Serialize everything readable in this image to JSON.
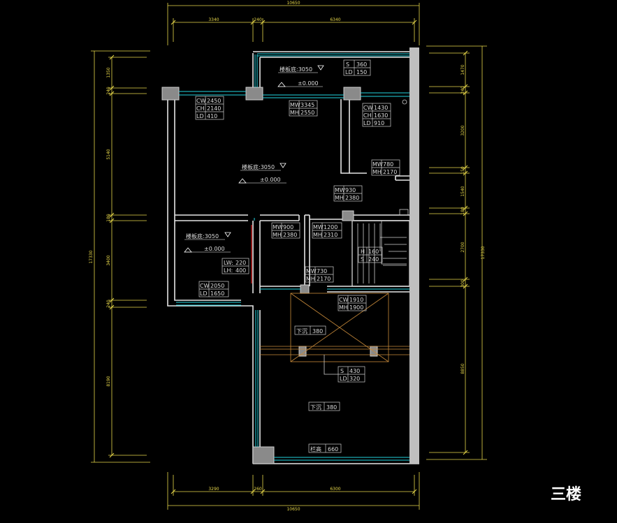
{
  "floor_title": "三楼",
  "dims_top": {
    "total": "10650",
    "a": "3340",
    "b": "240",
    "c": "6340"
  },
  "dims_bottom": {
    "total": "10650",
    "a": "3290",
    "b": "260",
    "c": "6300"
  },
  "dims_left": {
    "total": "17330",
    "s1": "1350",
    "s2": "240",
    "s3": "5140",
    "s4": "180",
    "s5": "3400",
    "s6": "240",
    "s7": "8190"
  },
  "dims_right": {
    "total": "17330",
    "s1": "1470",
    "s2": "240",
    "s3": "3200",
    "s4": "150",
    "s5": "1540",
    "s6": "180",
    "s7": "2700",
    "s8": "300",
    "s9": "8850"
  },
  "rooms": [
    {
      "slab": "楼板底:3050",
      "level": "±0.000"
    },
    {
      "slab": "楼板底:3050",
      "level": "±0.000"
    },
    {
      "slab": "楼板底:3050",
      "level": "±0.000"
    }
  ],
  "tags": {
    "balcony_s": [
      "S",
      "360"
    ],
    "balcony_ld": [
      "LD",
      "150"
    ],
    "w1": [
      [
        "CW",
        "2450"
      ],
      [
        "CH",
        "2140"
      ],
      [
        "LD",
        "410"
      ]
    ],
    "w2": [
      [
        "MW",
        "3345"
      ],
      [
        "MH",
        "2550"
      ]
    ],
    "w3": [
      [
        "CW",
        "1430"
      ],
      [
        "CH",
        "1630"
      ],
      [
        "LD",
        "910"
      ]
    ],
    "d1": [
      [
        "MW",
        "780"
      ],
      [
        "MH",
        "2170"
      ]
    ],
    "d2": [
      [
        "MW",
        "930"
      ],
      [
        "MH",
        "2380"
      ]
    ],
    "d3": [
      [
        "MW",
        "900"
      ],
      [
        "MH",
        "2380"
      ]
    ],
    "d4": [
      [
        "MW",
        "1200"
      ],
      [
        "MH",
        "2310"
      ]
    ],
    "lw": [
      [
        "LW:",
        "220"
      ],
      [
        "LH:",
        "400"
      ]
    ],
    "w4": [
      [
        "CW",
        "2050"
      ],
      [
        "LD",
        "1650"
      ]
    ],
    "d5": [
      [
        "MW",
        "730"
      ],
      [
        "MH",
        "2170"
      ]
    ],
    "stair": [
      [
        "H",
        "160"
      ],
      [
        "S",
        "240"
      ]
    ],
    "w5": [
      [
        "CW",
        "1910"
      ],
      [
        "MH",
        "1900"
      ]
    ],
    "sink1": [
      "下沉",
      "380"
    ],
    "sl": [
      [
        "S",
        "430"
      ],
      [
        "LD",
        "320"
      ]
    ],
    "sink2": [
      "下沉",
      "380"
    ],
    "rail": [
      "栏高",
      "660"
    ]
  }
}
